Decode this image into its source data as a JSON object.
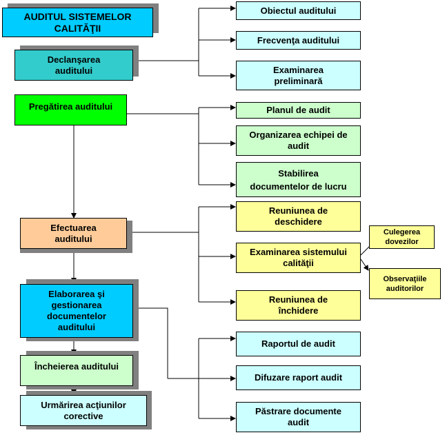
{
  "colors": {
    "cyan": "#00ccff",
    "teal": "#33cccc",
    "green": "#00ff00",
    "peach": "#ffcc99",
    "sky": "#00ccff",
    "mint": "#ccffcc",
    "ice": "#ccffff",
    "lightgreen": "#ccffcc",
    "yellow": "#ffff99",
    "line": "#000000",
    "shadow": "#808080"
  },
  "main": {
    "title": "AUDITUL SISTEMELOR\nCALITĂŢII",
    "declansare": "Declanşarea\nauditului",
    "pregatire": "Pregătirea auditului",
    "efectuare": "Efectuarea\nauditului",
    "elaborare": "Elaborarea şi\ngestionarea\ndocumentelor\nauditului",
    "incheiere": "Încheierea auditului",
    "urmarire": "Urmărirea acţiunilor\ncorective"
  },
  "declansare_items": [
    "Obiectul auditului",
    "Frecvenţa auditului",
    "Examinarea\npreliminară"
  ],
  "pregatire_items": [
    "Planul de audit",
    "Organizarea echipei de\naudit",
    "Stabilirea\ndocumentelor de lucru"
  ],
  "efectuare_items": [
    "Reuniunea de\ndeschidere",
    "Examinarea sistemului\ncalităţii",
    "Reuniunea de\nînchidere"
  ],
  "examinare_subitems": [
    "Culegerea\ndovezilor",
    "Observaţiile\nauditorilor"
  ],
  "documente_items": [
    "Raportul de audit",
    "Difuzare raport audit",
    "Păstrare documente\naudit"
  ]
}
